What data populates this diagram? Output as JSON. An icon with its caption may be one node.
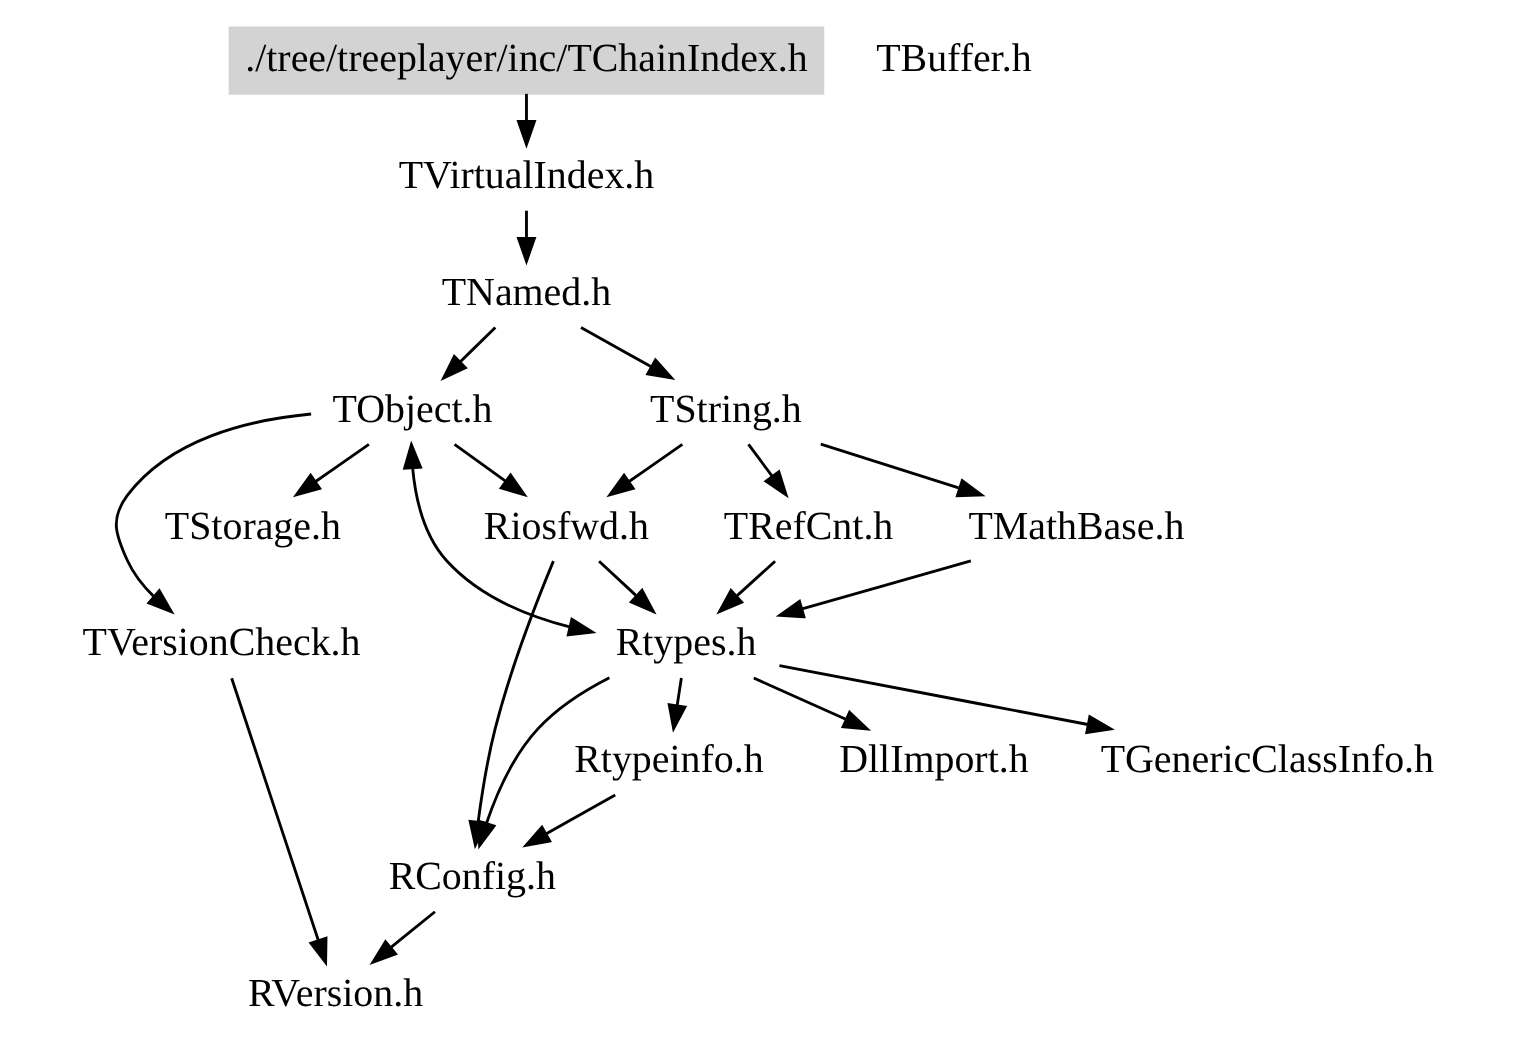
{
  "diagram": {
    "nodes": [
      {
        "text": [
          "./tree/treeplayer/inc/TChainIndex.h"
        ]
      },
      {
        "text": [
          "TVirtualIndex.h"
        ]
      },
      {
        "text": [
          "TNamed.h"
        ]
      },
      {
        "text": [
          "TObject.h"
        ]
      },
      {
        "text": [
          "TString.h"
        ]
      },
      {
        "text": [
          "TBuffer.h"
        ]
      },
      {
        "text": [
          "TStorage.h"
        ]
      },
      {
        "text": [
          "Riosfwd.h"
        ]
      },
      {
        "text": [
          "TRefCnt.h"
        ]
      },
      {
        "text": [
          "TMathBase.h"
        ]
      },
      {
        "text": [
          "TVersionCheck.h"
        ]
      },
      {
        "text": [
          "Rtypes.h"
        ]
      },
      {
        "text": [
          "DllImport.h"
        ]
      },
      {
        "text": [
          "TGenericClassInfo.h"
        ]
      },
      {
        "text": [
          "Rtypeinfo.h"
        ]
      },
      {
        "text": [
          "RConfig.h"
        ]
      },
      {
        "text": [
          "RVersion.h"
        ]
      }
    ],
    "edges": [
      {
        "from": 0,
        "to": 1,
        "arrow": "to"
      },
      {
        "from": 1,
        "to": 2,
        "arrow": "to"
      },
      {
        "from": 2,
        "to": 3,
        "arrow": "to"
      },
      {
        "from": 2,
        "to": 4,
        "arrow": "to"
      },
      {
        "from": 3,
        "to": 10,
        "arrow": "to"
      },
      {
        "from": 3,
        "to": 6,
        "arrow": "to"
      },
      {
        "from": 3,
        "to": 7,
        "arrow": "to"
      },
      {
        "from": 3,
        "to": 11,
        "arrow": "both"
      },
      {
        "from": 4,
        "to": 7,
        "arrow": "to"
      },
      {
        "from": 4,
        "to": 8,
        "arrow": "to"
      },
      {
        "from": 4,
        "to": 9,
        "arrow": "to"
      },
      {
        "from": 7,
        "to": 11,
        "arrow": "to"
      },
      {
        "from": 7,
        "to": 15,
        "arrow": "to"
      },
      {
        "from": 8,
        "to": 11,
        "arrow": "to"
      },
      {
        "from": 9,
        "to": 11,
        "arrow": "to"
      },
      {
        "from": 10,
        "to": 16,
        "arrow": "to"
      },
      {
        "from": 11,
        "to": 12,
        "arrow": "to"
      },
      {
        "from": 11,
        "to": 13,
        "arrow": "to"
      },
      {
        "from": 11,
        "to": 14,
        "arrow": "to"
      },
      {
        "from": 11,
        "to": 15,
        "arrow": "to"
      },
      {
        "from": 14,
        "to": 15,
        "arrow": "to"
      },
      {
        "from": 15,
        "to": 16,
        "arrow": "to"
      }
    ]
  }
}
